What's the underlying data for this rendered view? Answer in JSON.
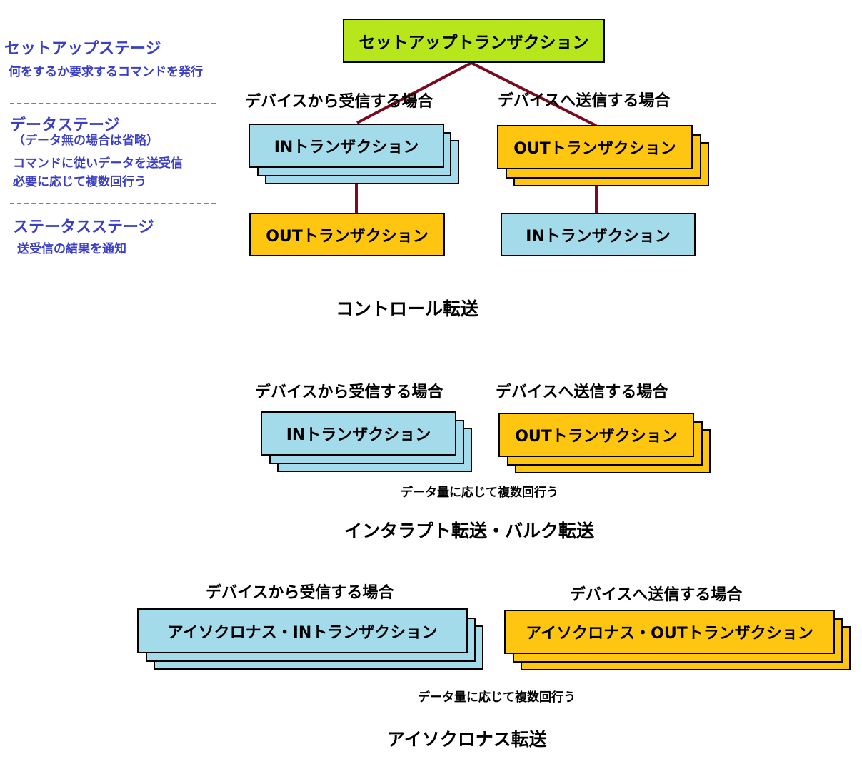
{
  "legend": {
    "setup_stage": "セットアップステージ",
    "setup_desc": "何をするか要求するコマンドを発行",
    "data_stage": "データステージ",
    "data_note": "（データ無の場合は省略）",
    "data_desc1": "コマンドに従いデータを送受信",
    "data_desc2": "必要に応じて複数回行う",
    "status_stage": "ステータスステージ",
    "status_desc": "送受信の結果を通知"
  },
  "control": {
    "setup_box": "セットアップトランザクション",
    "recv_label": "デバイスから受信する場合",
    "send_label": "デバイスへ送信する場合",
    "recv_data_box": "INトランザクション",
    "recv_status_box": "OUTトランザクション",
    "send_data_box": "OUTトランザクション",
    "send_status_box": "INトランザクション",
    "title": "コントロール転送"
  },
  "interrupt": {
    "recv_label": "デバイスから受信する場合",
    "send_label": "デバイスへ送信する場合",
    "recv_box": "INトランザクション",
    "send_box": "OUTトランザクション",
    "note": "データ量に応じて複数回行う",
    "title": "インタラプト転送・バルク転送"
  },
  "iso": {
    "recv_label": "デバイスから受信する場合",
    "send_label": "デバイスへ送信する場合",
    "recv_box": "アイソクロナス・INトランザクション",
    "send_box": "アイソクロナス・OUTトランザクション",
    "note": "データ量に応じて複数回行う",
    "title": "アイソクロナス転送"
  },
  "colors": {
    "in_box": "#a4dbea",
    "out_box": "#ffc611",
    "setup_box": "#b8e61c",
    "connector": "#7a0a1e",
    "legend_text": "#3a3fc4"
  }
}
